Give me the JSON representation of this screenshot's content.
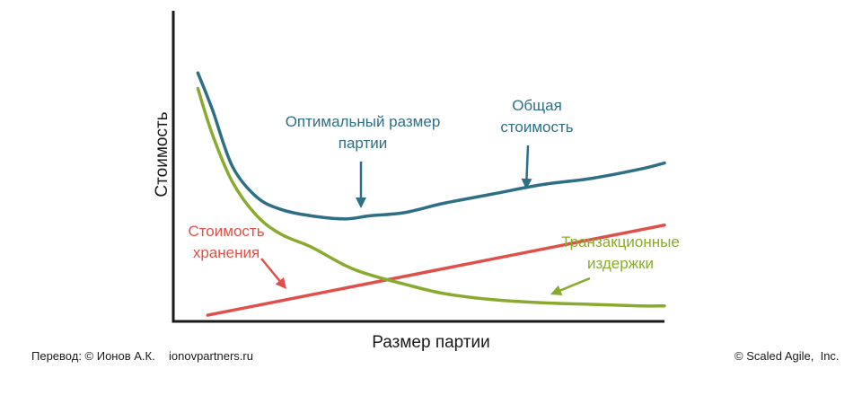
{
  "chart_data": {
    "type": "line",
    "title": "",
    "xlabel": "Размер партии",
    "ylabel": "Стоимость",
    "xlim": [
      0,
      100
    ],
    "ylim": [
      0,
      100
    ],
    "grid": false,
    "series": [
      {
        "name": "Общая стоимость",
        "color": "#2e6f86",
        "x": [
          5,
          8,
          12,
          17,
          22,
          28,
          35,
          40,
          47,
          55,
          65,
          75,
          85,
          95,
          100
        ],
        "y": [
          80,
          68,
          50,
          40,
          36,
          34,
          33,
          34,
          35,
          38,
          41,
          44,
          46,
          49,
          51
        ]
      },
      {
        "name": "Транзакционные издержки",
        "color": "#8aaa2f",
        "x": [
          5,
          8,
          12,
          17,
          22,
          28,
          35,
          40,
          47,
          55,
          65,
          75,
          85,
          95,
          100
        ],
        "y": [
          75,
          60,
          45,
          34,
          28,
          24,
          18,
          15,
          12,
          9,
          7,
          6,
          5.5,
          5,
          5
        ]
      },
      {
        "name": "Стоимость хранения",
        "color": "#e0504a",
        "x": [
          7,
          100
        ],
        "y": [
          2,
          31
        ]
      }
    ],
    "annotations": [
      {
        "key": "optimal",
        "lines": [
          "Оптимальный размер",
          "партии"
        ],
        "color": "#2e6f86"
      },
      {
        "key": "total",
        "lines": [
          "Общая",
          "стоимость"
        ],
        "color": "#2e6f86"
      },
      {
        "key": "storage",
        "lines": [
          "Стоимость",
          "хранения"
        ],
        "color": "#e0504a"
      },
      {
        "key": "transaction",
        "lines": [
          "Транзакционные",
          "издержки"
        ],
        "color": "#8aaa2f"
      }
    ]
  },
  "footer": {
    "translation": "Перевод: © Ионов А.К.",
    "site": "ionovpartners.ru",
    "copyright": "© Scaled Agile,  Inc."
  },
  "colors": {
    "axis": "#1a1a1a",
    "arrow_blue": "#2e6f86",
    "arrow_red": "#e0504a",
    "arrow_green": "#8aaa2f"
  }
}
